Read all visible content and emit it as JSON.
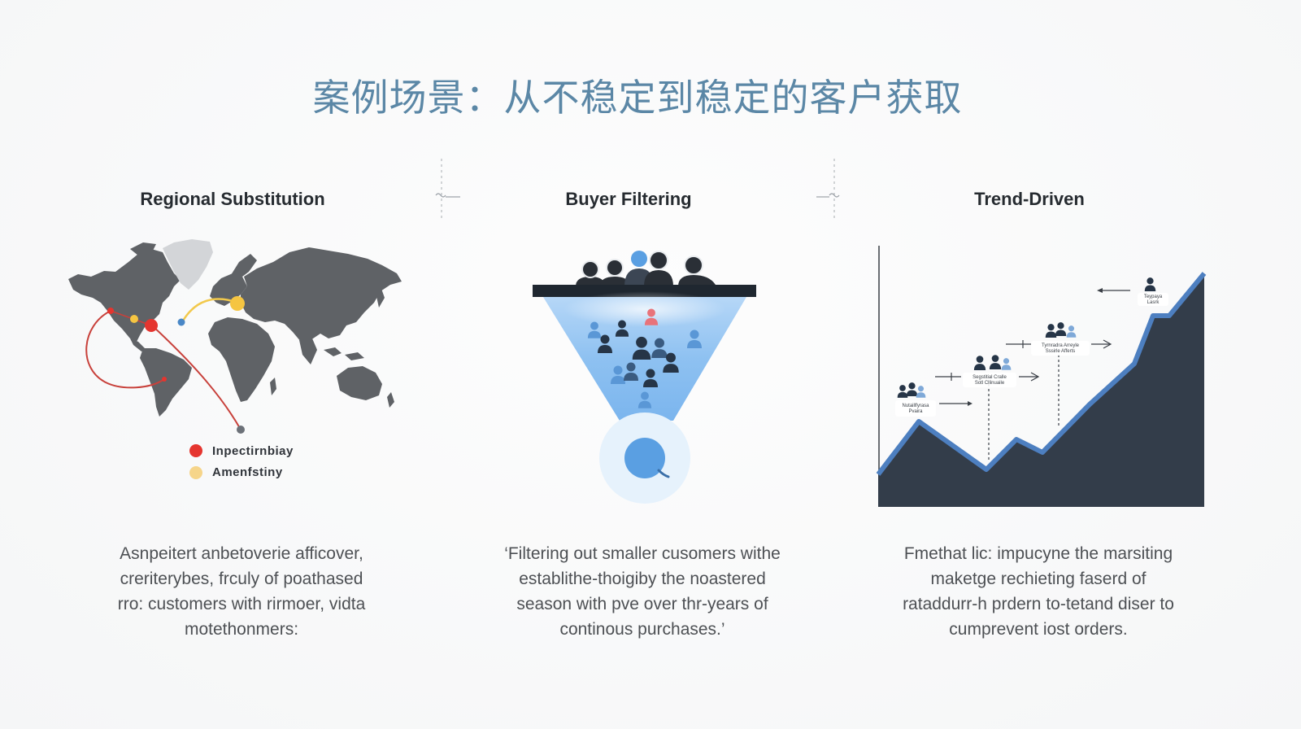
{
  "title": "案例场景：从不稳定到稳定的客户获取",
  "colors": {
    "title": "#5b87a6",
    "heading": "#262b30",
    "body": "#4d5054",
    "map_land": "#5f6266",
    "route_red": "#c8413b",
    "route_yellow": "#f2c94c",
    "funnel_blue": "#8ec1f1",
    "chart_fill": "#333d4a",
    "chart_line": "#4d7fc0"
  },
  "icons": [
    "world-map",
    "person-icon",
    "location-pin-icon",
    "funnel",
    "target-circle-icon",
    "arrow-icon"
  ],
  "columns": [
    {
      "heading": "Regional Substitution",
      "body": [
        "Asnpeitert anbetoverie afficover,",
        "creriterybes, frculy of poathased",
        "rro: customers with rirmoer, vidta",
        "motethonmers:"
      ],
      "legend": [
        {
          "label": "Inpectirnbiay",
          "color": "#e5352f"
        },
        {
          "label": "Amenfstiny",
          "color": "#f6d58a"
        }
      ]
    },
    {
      "heading": "Buyer Filtering",
      "body": [
        "‘Filtering out smaller cusomers withe",
        "establithe-thoigiby the noastered",
        "season with pve over thr-years of",
        "continous purchases.’"
      ]
    },
    {
      "heading": "Trend-Driven",
      "body": [
        "Fmethat lic: impucyne the marsiting",
        "maketge rechieting faserd of",
        "rataddurr-h prdern to-tetand diser to",
        "cumprevent iost orders."
      ],
      "chart_labels": [
        {
          "line1": "Nutaillfyrasa",
          "line2": "Pvaira"
        },
        {
          "line1": "Segstitial Cralle",
          "line2": "Sotl Cllinuaile"
        },
        {
          "line1": "Tyrnradra Arreyle",
          "line2": "Sssirle Afferts"
        },
        {
          "line1": "Teypaya",
          "line2": "Lasrk"
        }
      ]
    }
  ]
}
